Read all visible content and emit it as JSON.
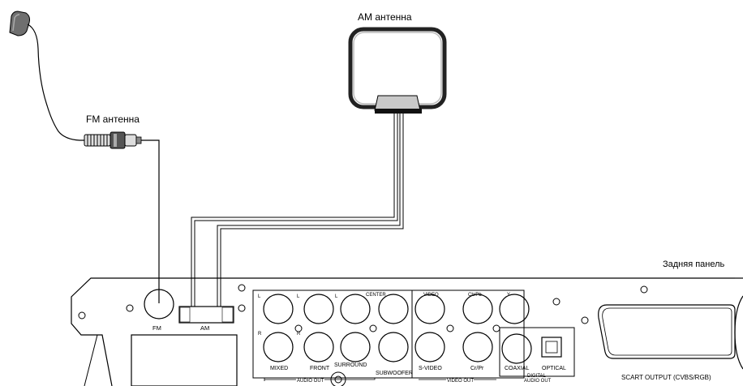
{
  "labels": {
    "am_antenna": "AM антенна",
    "fm_antenna": "FM антенна",
    "rear_panel": "Задняя панель",
    "fm_port": "FM",
    "am_port": "AM"
  },
  "audio_out": {
    "top_row_labels": [
      "L",
      "L",
      "L",
      "CENTER"
    ],
    "bottom_row_labels": [
      "R",
      "R"
    ],
    "captions": [
      "MIXED",
      "FRONT",
      "SURROUND",
      "SUBWOOFER"
    ],
    "group_label": "AUDIO OUT"
  },
  "video_out": {
    "top_labels": [
      "VIDEO",
      "Cb/Pb",
      "Y"
    ],
    "bottom_labels": [
      "S-VIDEO",
      "Cr/Pr"
    ],
    "group_label": "VIDEO OUT"
  },
  "digital_audio_out": {
    "coaxial": "COAXIAL",
    "optical": "OPTICAL",
    "group_label_1": "DIGITAL",
    "group_label_2": "AUDIO OUT"
  },
  "scart": {
    "label": "SCART  OUTPUT  (CVBS/RGB)"
  }
}
